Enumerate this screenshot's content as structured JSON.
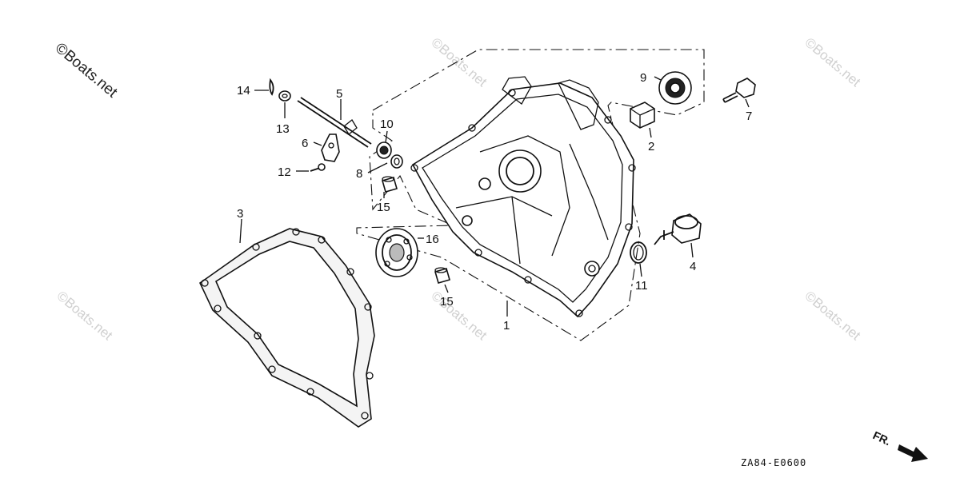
{
  "watermarks": {
    "main": "©Boats.net",
    "faint": "©Boats.net"
  },
  "labels": {
    "p1": "1",
    "p2": "2",
    "p3": "3",
    "p4": "4",
    "p5": "5",
    "p6": "6",
    "p7": "7",
    "p8": "8",
    "p9": "9",
    "p10": "10",
    "p11": "11",
    "p12": "12",
    "p13": "13",
    "p14": "14",
    "p15a": "15",
    "p15b": "15",
    "p16": "16"
  },
  "diagram_code": "ZA84-E0600",
  "direction_label": "FR.",
  "colors": {
    "line": "#111111",
    "watermark": "#d0d0d0",
    "background": "#ffffff"
  }
}
